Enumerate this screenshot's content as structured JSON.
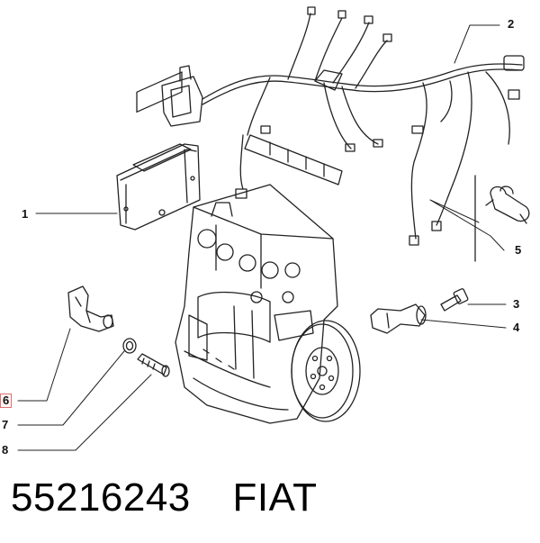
{
  "callouts": {
    "c1": "1",
    "c2": "2",
    "c3": "3",
    "c4": "4",
    "c5": "5",
    "c6": "6",
    "c7": "7",
    "c8": "8"
  },
  "caption": {
    "part_number": "55216243",
    "brand": "FIAT"
  },
  "colors": {
    "line": "#222222",
    "highlight_border": "#e07070"
  }
}
